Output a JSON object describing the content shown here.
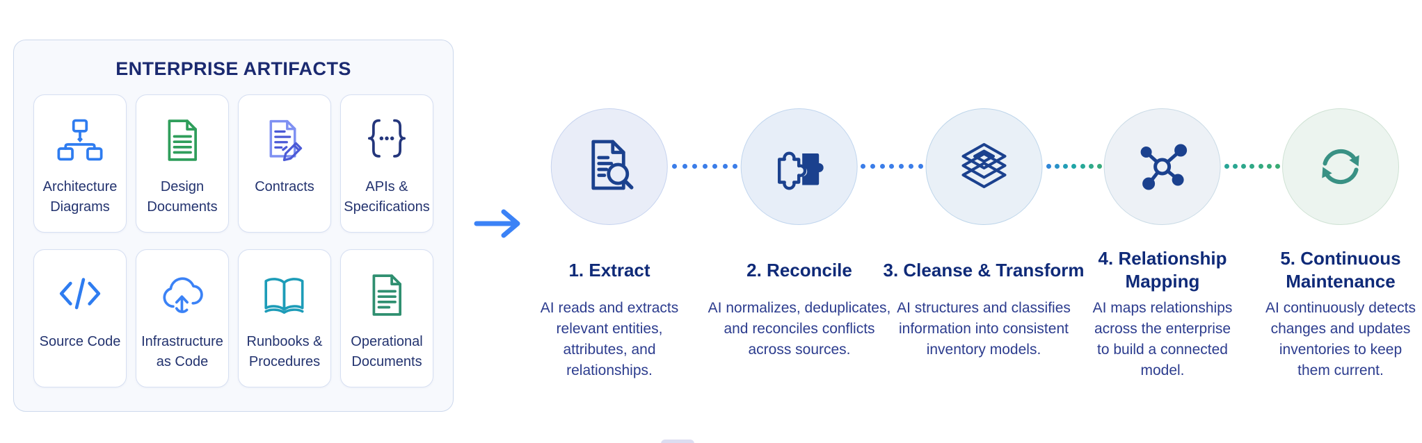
{
  "palette": {
    "accent_blue": "#3b82f6",
    "navy_heading": "#1b2a70",
    "step_title_navy": "#0f2a78",
    "body_text_navy": "#2c3c8e",
    "flow_icon_navy": "#1b418e",
    "green_icon": "#2f9e5b",
    "teal_icon": "#1d9cb8",
    "indigo_icon": "#4b5ad6",
    "sync_green": "#399184",
    "panel_bg": "#f7f9fd",
    "circle_bg_blue": "#e9edf8",
    "circle_bg_green": "#ecf4ef"
  },
  "panel": {
    "title": "ENTERPRISE ARTIFACTS",
    "cards": [
      {
        "label": "Architecture\nDiagrams",
        "icon": "flowchart-icon"
      },
      {
        "label": "Design\nDocuments",
        "icon": "document-lines-green-icon"
      },
      {
        "label": "Contracts",
        "icon": "document-pencil-icon"
      },
      {
        "label": "APIs &\nSpecifications",
        "icon": "curly-braces-icon"
      },
      {
        "label": "Source Code",
        "icon": "code-brackets-icon"
      },
      {
        "label": "Infrastructure\nas Code",
        "icon": "cloud-upload-icon"
      },
      {
        "label": "Runbooks &\nProcedures",
        "icon": "open-book-icon"
      },
      {
        "label": "Operational\nDocuments",
        "icon": "document-lines-teal-icon"
      }
    ]
  },
  "flow": {
    "arrow_icon": "right-arrow-icon",
    "steps": [
      {
        "title": "1. Extract",
        "description": "AI reads and extracts\nrelevant entities,\nattributes, and\nrelationships.",
        "icon": "document-search-icon"
      },
      {
        "title": "2. Reconcile",
        "description": "AI normalizes, deduplicates,\nand reconciles conflicts\nacross sources.",
        "icon": "puzzle-pieces-icon"
      },
      {
        "title": "3. Cleanse & Transform",
        "description": "AI structures and classifies\ninformation into consistent\ninventory models.",
        "icon": "stacked-layers-icon"
      },
      {
        "title": "4. Relationship\nMapping",
        "description": "AI maps relationships\nacross the enterprise\nto build a connected\nmodel.",
        "icon": "network-nodes-icon"
      },
      {
        "title": "5. Continuous\nMaintenance",
        "description": "AI continuously detects\nchanges and updates\ninventories to keep\nthem current.",
        "icon": "sync-arrows-icon"
      }
    ]
  }
}
